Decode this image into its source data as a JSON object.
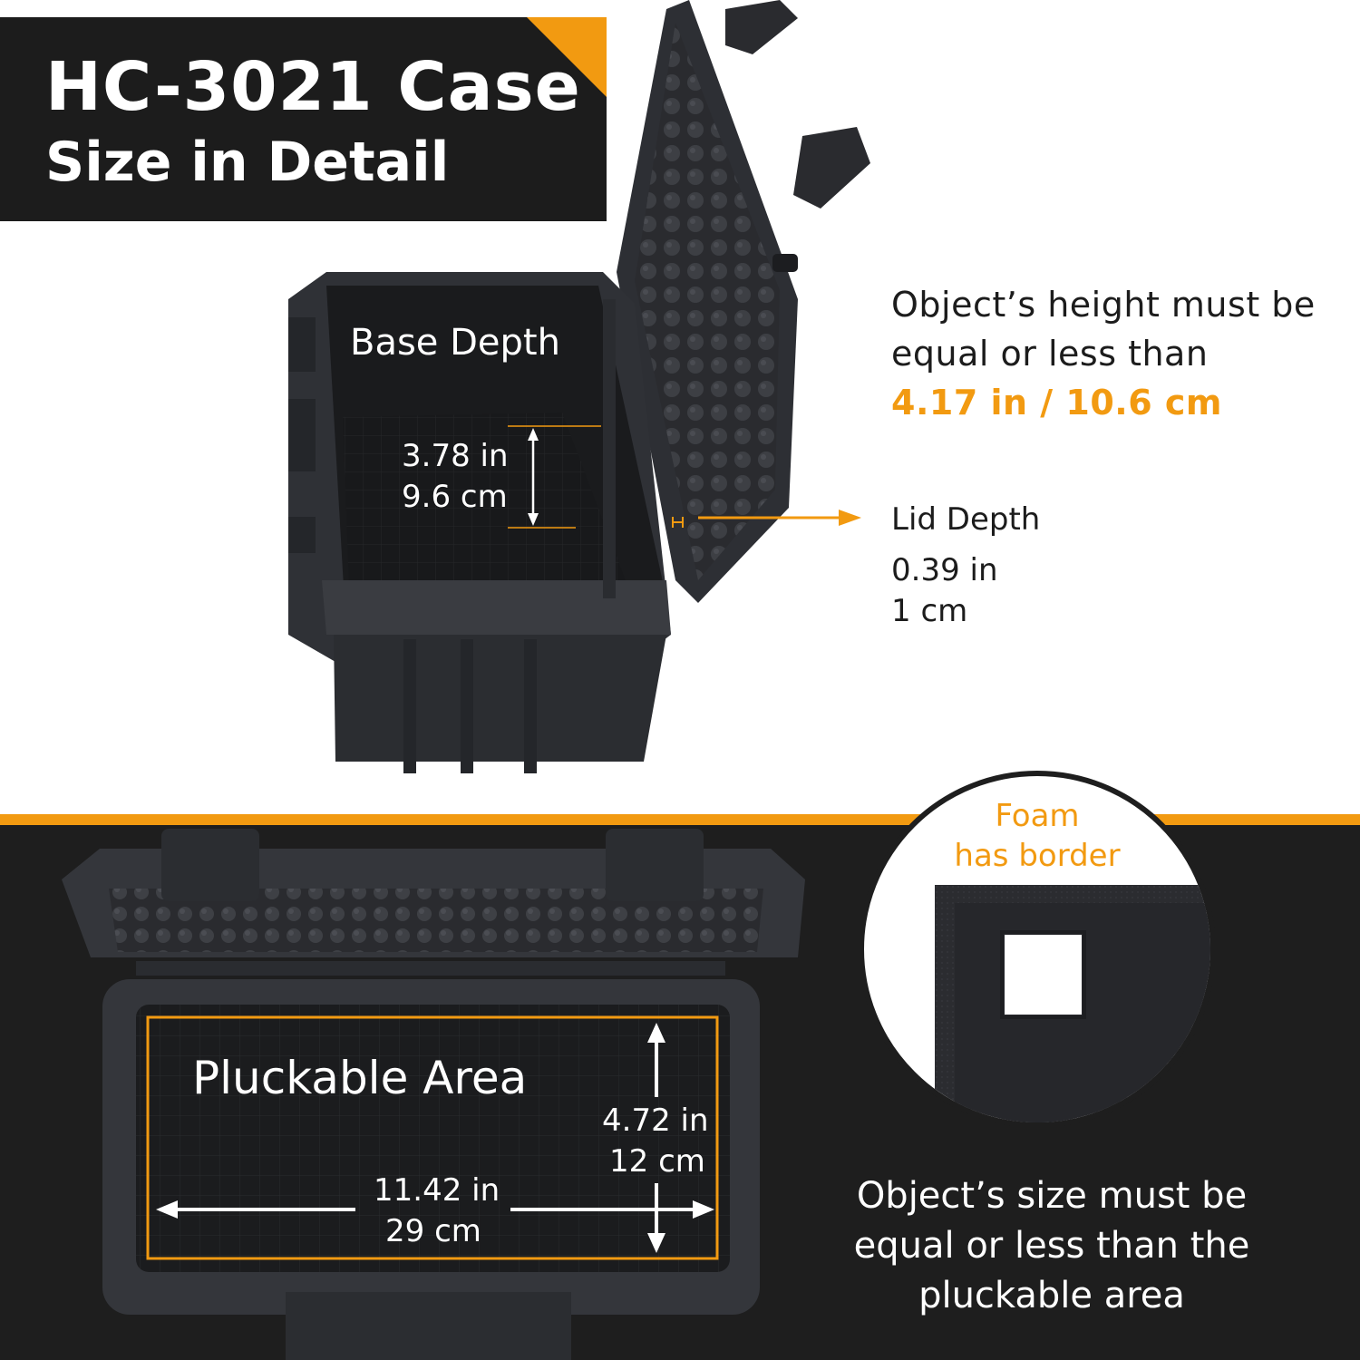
{
  "title": {
    "main": "HC-3021 Case",
    "sub": "Size in Detail"
  },
  "height_note": {
    "text": "Object’s height must be equal or less than",
    "value": "4.17 in / 10.6 cm"
  },
  "lid_depth": {
    "label": "Lid Depth",
    "in": "0.39 in",
    "cm": "1 cm"
  },
  "base_depth": {
    "label": "Base Depth",
    "in": "3.78 in",
    "cm": "9.6 cm"
  },
  "pluckable": {
    "label": "Pluckable Area",
    "height_in": "4.72 in",
    "height_cm": "12 cm",
    "width_in": "11.42 in",
    "width_cm": "29 cm"
  },
  "foam_note": {
    "line1": "Foam",
    "line2": "has border"
  },
  "size_note": {
    "line1": "Object’s size must be",
    "line2": "equal or less than the",
    "line3": "pluckable area"
  },
  "colors": {
    "accent": "#f29a11",
    "dark": "#1c1c1c",
    "case": "#2f3136"
  }
}
